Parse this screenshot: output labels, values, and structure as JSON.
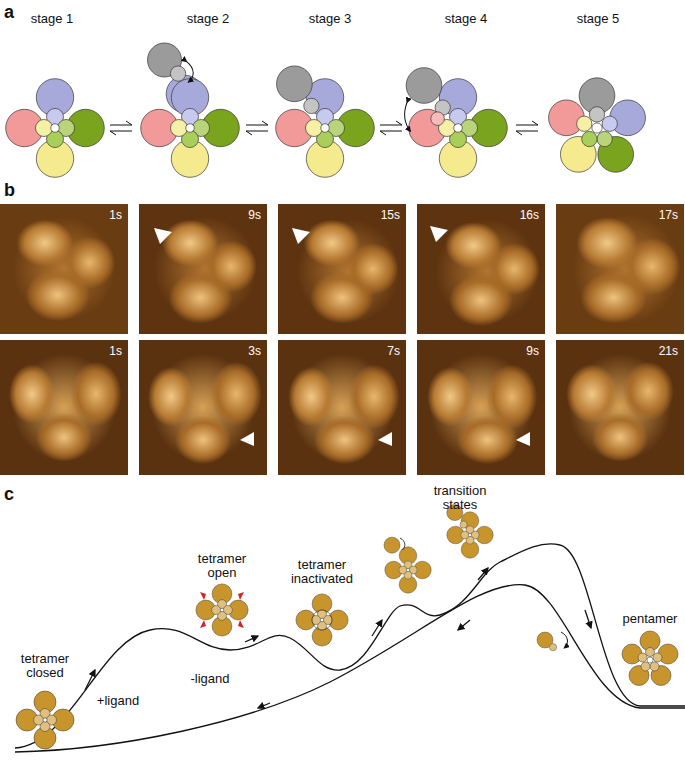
{
  "diagram": {
    "nodes": [
      {
        "text": [
          "1s"
        ]
      },
      {
        "text": [
          "9s"
        ]
      },
      {
        "text": [
          "15s"
        ]
      },
      {
        "text": [
          "16s"
        ]
      },
      {
        "text": [
          "17s"
        ]
      },
      {
        "text": [
          "1s"
        ]
      },
      {
        "text": [
          "3s"
        ]
      },
      {
        "text": [
          "7s"
        ]
      },
      {
        "text": [
          "9s"
        ]
      },
      {
        "text": [
          "21s"
        ]
      }
    ],
    "edges": [],
    "labels": [
      "a",
      "stage 1",
      "stage 2",
      "stage 3",
      "stage 4",
      "stage 5",
      "b",
      "c",
      "tetramer closed",
      "tetramer open",
      "tetramer inactivated",
      "transition states",
      "pentamer",
      "+ligand",
      "-ligand"
    ]
  }
}
